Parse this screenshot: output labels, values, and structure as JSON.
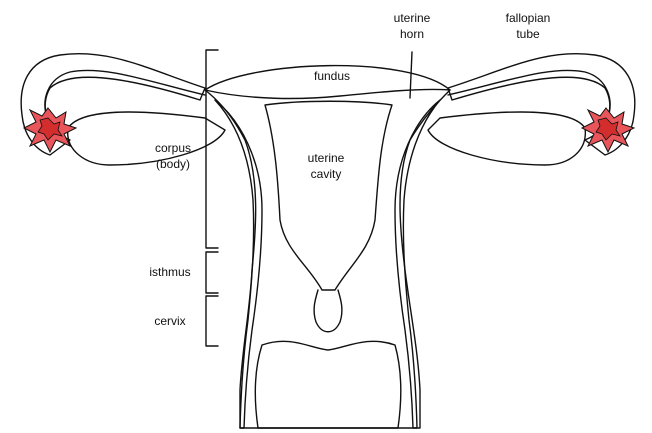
{
  "colors": {
    "tissue_light": "#fbe6e7",
    "tissue_mid": "#f6cdd0",
    "tissue_dark": "#ec9a9e",
    "ovary_follicle": "#e8555a",
    "ovary_core": "#d42d2d",
    "outline": "#111111"
  },
  "labels": {
    "fundus": "fundus",
    "uterine_cavity_line1": "uterine",
    "uterine_cavity_line2": "cavity",
    "uterine_horn_line1": "uterine",
    "uterine_horn_line2": "horn",
    "fallopian_tube_line1": "fallopian",
    "fallopian_tube_line2": "tube",
    "corpus_line1": "corpus",
    "corpus_line2": "(body)",
    "isthmus": "isthmus",
    "cervix": "cervix"
  },
  "icons": {
    "left_ovary": "ovary-starburst-icon",
    "right_ovary": "ovary-starburst-icon"
  }
}
